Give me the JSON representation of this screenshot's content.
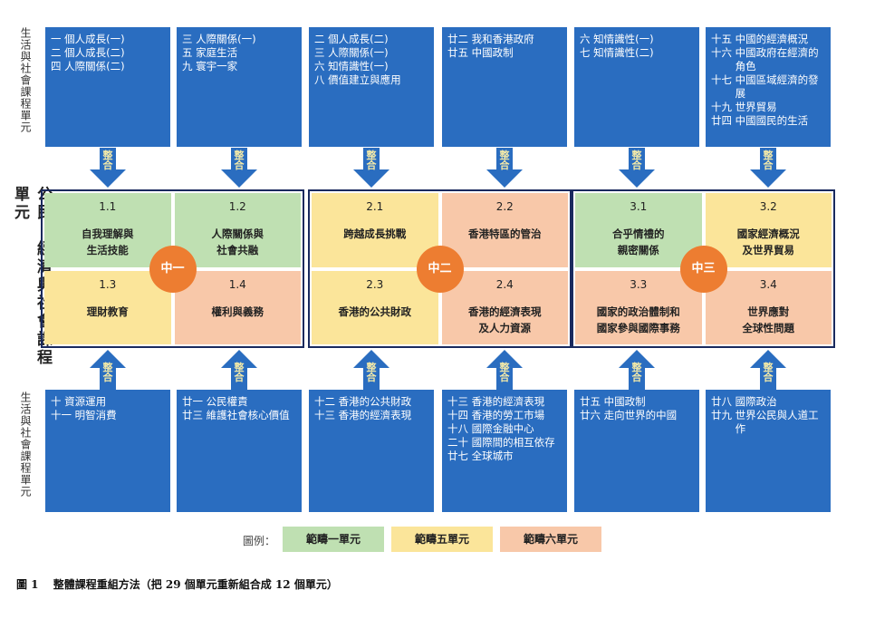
{
  "side_labels": {
    "top": "生活與社會課程單元",
    "middle": "公民、經濟與社會課程單元",
    "bottom": "生活與社會課程單元"
  },
  "integrate_label": "整合",
  "top_boxes": [
    [
      [
        "一",
        "個人成長(一)"
      ],
      [
        "二",
        "個人成長(二)"
      ],
      [
        "四",
        "人際關係(二)"
      ]
    ],
    [
      [
        "三",
        "人際關係(一)"
      ],
      [
        "五",
        "家庭生活"
      ],
      [
        "九",
        "寰宇一家"
      ]
    ],
    [
      [
        "二",
        "個人成長(二)"
      ],
      [
        "三",
        "人際關係(一)"
      ],
      [
        "六",
        "知情識性(一)"
      ],
      [
        "八",
        "價值建立與應用"
      ]
    ],
    [
      [
        "廿二",
        "我和香港政府"
      ],
      [
        "廿五",
        "中國政制"
      ]
    ],
    [
      [
        "六",
        "知情識性(一)"
      ],
      [
        "七",
        "知情識性(二)"
      ]
    ],
    [
      [
        "十五",
        "中國的經濟概況"
      ],
      [
        "十六",
        "中國政府在經濟的角色"
      ],
      [
        "十七",
        "中國區域經濟的發展"
      ],
      [
        "十九",
        "世界貿易"
      ],
      [
        "廿四",
        "中國國民的生活"
      ]
    ]
  ],
  "groups": [
    {
      "center": "中一",
      "cells": [
        {
          "code": "1.1",
          "title": "自我理解與\n生活技能"
        },
        {
          "code": "1.2",
          "title": "人際關係與\n社會共融"
        },
        {
          "code": "1.3",
          "title": "理財教育"
        },
        {
          "code": "1.4",
          "title": "權利與義務"
        }
      ]
    },
    {
      "center": "中二",
      "cells": [
        {
          "code": "2.1",
          "title": "跨越成長挑戰"
        },
        {
          "code": "2.2",
          "title": "香港特區的管治"
        },
        {
          "code": "2.3",
          "title": "香港的公共財政"
        },
        {
          "code": "2.4",
          "title": "香港的經濟表現\n及人力資源"
        }
      ]
    },
    {
      "center": "中三",
      "cells": [
        {
          "code": "3.1",
          "title": "合乎情禮的\n親密關係"
        },
        {
          "code": "3.2",
          "title": "國家經濟概況\n及世界貿易"
        },
        {
          "code": "3.3",
          "title": "國家的政治體制和\n國家參與國際事務"
        },
        {
          "code": "3.4",
          "title": "世界應對\n全球性問題"
        }
      ]
    }
  ],
  "bottom_boxes": [
    [
      [
        "十",
        "資源運用"
      ],
      [
        "十一",
        "明智消費"
      ]
    ],
    [
      [
        "廿一",
        "公民權責"
      ],
      [
        "廿三",
        "維護社會核心價值"
      ]
    ],
    [
      [
        "十二",
        "香港的公共財政"
      ],
      [
        "十三",
        "香港的經濟表現"
      ]
    ],
    [
      [
        "十三",
        "香港的經濟表現"
      ],
      [
        "十四",
        "香港的勞工市場"
      ],
      [
        "十八",
        "國際金融中心"
      ],
      [
        "二十",
        "國際間的相互依存"
      ],
      [
        "廿七",
        "全球城市"
      ]
    ],
    [
      [
        "廿五",
        "中國政制"
      ],
      [
        "廿六",
        "走向世界的中國"
      ]
    ],
    [
      [
        "廿八",
        "國際政治"
      ],
      [
        "廿九",
        "世界公民與人道工作"
      ]
    ]
  ],
  "legend": {
    "label": "圖例：",
    "items": [
      {
        "text": "範疇一單元",
        "color": "#bfe0b2"
      },
      {
        "text": "範疇五單元",
        "color": "#fbe59a"
      },
      {
        "text": "範疇六單元",
        "color": "#f8c8a9"
      }
    ]
  },
  "caption": "圖 1　 整體課程重組方法（把 29 個單元重新組合成 12 個單元）"
}
